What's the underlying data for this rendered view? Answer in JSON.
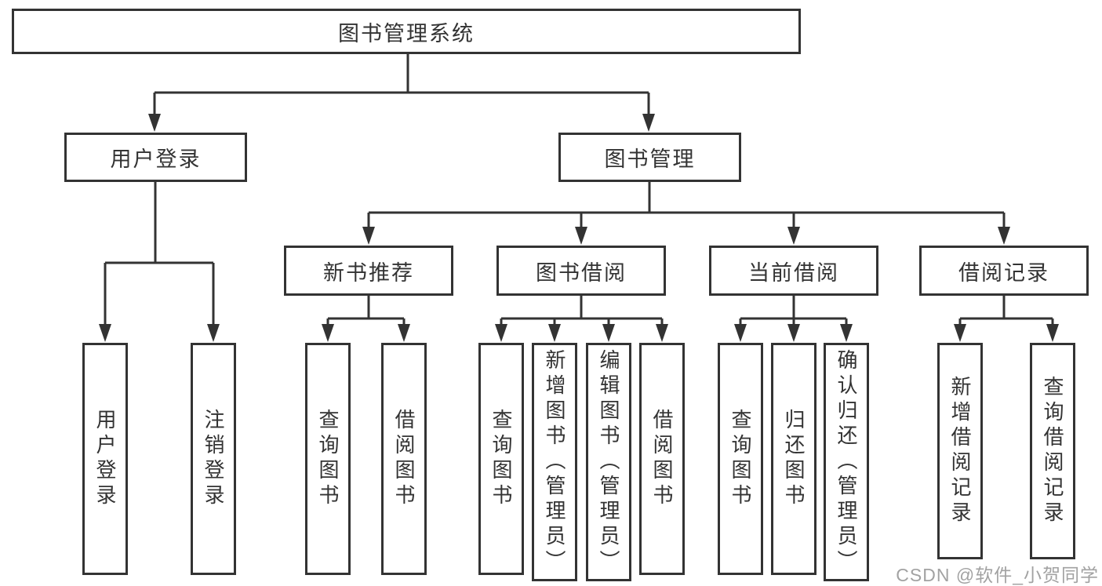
{
  "diagram": {
    "root": {
      "label": "图书管理系统"
    },
    "branches": [
      {
        "label": "用户登录",
        "children": [
          {
            "label": "用户登录"
          },
          {
            "label": "注销登录"
          }
        ]
      },
      {
        "label": "图书管理",
        "children": [
          {
            "label": "新书推荐",
            "children": [
              {
                "label": "查询图书"
              },
              {
                "label": "借阅图书"
              }
            ]
          },
          {
            "label": "图书借阅",
            "children": [
              {
                "label": "查询图书"
              },
              {
                "label": "新增图书（管理员）"
              },
              {
                "label": "编辑图书（管理员）"
              },
              {
                "label": "借阅图书"
              }
            ]
          },
          {
            "label": "当前借阅",
            "children": [
              {
                "label": "查询图书"
              },
              {
                "label": "归还图书"
              },
              {
                "label": "确认归还（管理员）"
              }
            ]
          },
          {
            "label": "借阅记录",
            "children": [
              {
                "label": "新增借阅记录"
              },
              {
                "label": "查询借阅记录"
              }
            ]
          }
        ]
      }
    ]
  },
  "watermark": {
    "text": "CSDN @软件_小贺同学"
  },
  "colors": {
    "line": "#333333",
    "text": "#333333",
    "watermark": "#a2a2a2",
    "background": "#ffffff"
  }
}
